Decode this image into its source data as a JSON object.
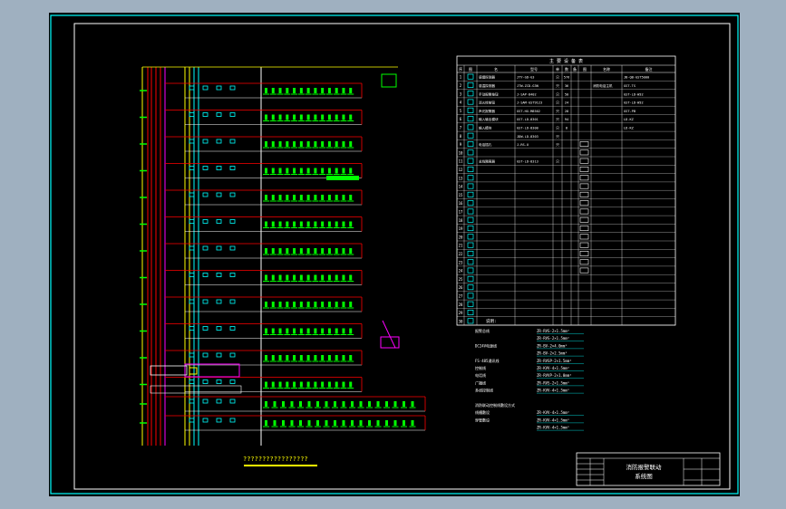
{
  "drawing": {
    "colors": {
      "background": "#000000",
      "frame": "#00ffff",
      "riser_red": "#ff0000",
      "riser_yellow": "#ffff00",
      "riser_magenta": "#ff00ff",
      "device_green": "#00ff00",
      "device_cyan": "#00ffff",
      "text_white": "#ffffff"
    },
    "caption": "?????????????????",
    "table_header": "主 要 设 备 表",
    "table_columns": [
      "序",
      "图",
      "名",
      "型号",
      "单",
      "数",
      "备",
      "图",
      "名称",
      "备注"
    ],
    "table_rows": [
      {
        "n": "1",
        "name": "感烟探测器",
        "model": "JTY-GD-G3",
        "unit": "只",
        "qty": "576",
        "note": "",
        "name2": "",
        "note2": "JB-QB-GST5000"
      },
      {
        "n": "2",
        "name": "感温探测器",
        "model": "JTW-ZCD-G3N",
        "unit": "只",
        "qty": "36",
        "note": "",
        "name2": "消防电话主机",
        "note2": "GST-TS"
      },
      {
        "n": "3",
        "name": "手动报警按钮",
        "model": "J-SAP-8402",
        "unit": "只",
        "qty": "50",
        "note": "",
        "name2": "",
        "note2": "GST-LD-W32"
      },
      {
        "n": "4",
        "name": "消火栓按钮",
        "model": "J-SAM-GST9123",
        "unit": "只",
        "qty": "24",
        "note": "",
        "name2": "",
        "note2": "GST-LD-W32"
      },
      {
        "n": "5",
        "name": "声光报警器",
        "model": "GST-HX-M8502",
        "unit": "只",
        "qty": "28",
        "note": "",
        "name2": "",
        "note2": "GST-PB"
      },
      {
        "n": "6",
        "name": "输入输出模块",
        "model": "GST-LD-8301",
        "unit": "只",
        "qty": "94",
        "note": "",
        "name2": "",
        "note2": "LD-KZ"
      },
      {
        "n": "7",
        "name": "输入模块",
        "model": "GST-LD-8300",
        "unit": "只",
        "qty": "8",
        "note": "",
        "name2": "",
        "note2": "LD-KZ"
      },
      {
        "n": "8",
        "name": "",
        "model": "JDW-LD-8303",
        "unit": "只",
        "qty": "",
        "note": "",
        "name2": "",
        "note2": ""
      },
      {
        "n": "9",
        "name": "电话插孔",
        "model": "J-RS-U",
        "unit": "只",
        "qty": "",
        "note": "",
        "name2": "",
        "note2": ""
      },
      {
        "n": "10",
        "name": "",
        "model": "",
        "unit": "",
        "qty": "",
        "note": "",
        "name2": "",
        "note2": ""
      },
      {
        "n": "11",
        "name": "总线隔离器",
        "model": "GST-LD-8313",
        "unit": "只",
        "qty": "",
        "note": "",
        "name2": "",
        "note2": ""
      },
      {
        "n": "12",
        "name": "",
        "model": "",
        "unit": "",
        "qty": "",
        "note": "",
        "name2": "",
        "note2": ""
      },
      {
        "n": "13",
        "name": "",
        "model": "",
        "unit": "",
        "qty": "",
        "note": "",
        "name2": "",
        "note2": ""
      },
      {
        "n": "14",
        "name": "",
        "model": "",
        "unit": "",
        "qty": "",
        "note": "",
        "name2": "",
        "note2": ""
      },
      {
        "n": "15",
        "name": "",
        "model": "",
        "unit": "",
        "qty": "",
        "note": "",
        "name2": "",
        "note2": ""
      },
      {
        "n": "16",
        "name": "",
        "model": "",
        "unit": "",
        "qty": "",
        "note": "",
        "name2": "",
        "note2": ""
      },
      {
        "n": "17",
        "name": "",
        "model": "",
        "unit": "",
        "qty": "",
        "note": "",
        "name2": "",
        "note2": ""
      },
      {
        "n": "18",
        "name": "",
        "model": "",
        "unit": "",
        "qty": "",
        "note": "",
        "name2": "",
        "note2": ""
      },
      {
        "n": "19",
        "name": "",
        "model": "",
        "unit": "",
        "qty": "",
        "note": "",
        "name2": "",
        "note2": ""
      },
      {
        "n": "20",
        "name": "",
        "model": "",
        "unit": "",
        "qty": "",
        "note": "",
        "name2": "",
        "note2": ""
      },
      {
        "n": "21",
        "name": "",
        "model": "",
        "unit": "",
        "qty": "",
        "note": "",
        "name2": "",
        "note2": ""
      },
      {
        "n": "22",
        "name": "",
        "model": "",
        "unit": "",
        "qty": "",
        "note": "",
        "name2": "",
        "note2": ""
      },
      {
        "n": "23",
        "name": "",
        "model": "",
        "unit": "",
        "qty": "",
        "note": "",
        "name2": "",
        "note2": ""
      },
      {
        "n": "24",
        "name": "",
        "model": "",
        "unit": "",
        "qty": "",
        "note": "",
        "name2": "",
        "note2": ""
      },
      {
        "n": "25",
        "name": "",
        "model": "",
        "unit": "",
        "qty": "",
        "note": "",
        "name2": "",
        "note2": ""
      },
      {
        "n": "26",
        "name": "",
        "model": "",
        "unit": "",
        "qty": "",
        "note": "",
        "name2": "",
        "note2": ""
      },
      {
        "n": "27",
        "name": "",
        "model": "",
        "unit": "",
        "qty": "",
        "note": "",
        "name2": "",
        "note2": ""
      },
      {
        "n": "28",
        "name": "",
        "model": "",
        "unit": "",
        "qty": "",
        "note": "",
        "name2": "",
        "note2": ""
      },
      {
        "n": "29",
        "name": "",
        "model": "",
        "unit": "",
        "qty": "",
        "note": "",
        "name2": "",
        "note2": ""
      },
      {
        "n": "30",
        "name": "",
        "model": "",
        "unit": "",
        "qty": "",
        "note": "",
        "name2": "",
        "note2": ""
      }
    ],
    "notes_title": "说明:",
    "notes": [
      {
        "label": "报警总线",
        "value": "ZR-RVS-2×1.5mm²"
      },
      {
        "label": "",
        "value": "ZR-RVS-2×1.5mm²"
      },
      {
        "label": "DC24V电源线",
        "value": "ZR-BV-2×4.0mm²"
      },
      {
        "label": "",
        "value": "ZR-BV-2×2.5mm²"
      },
      {
        "label": "FS-485通讯线",
        "value": "ZR-RVSP-2×1.5mm²"
      },
      {
        "label": "控制线",
        "value": "ZR-KVV-4×1.5mm²"
      },
      {
        "label": "电话线",
        "value": "ZR-RVVP-2×1.0mm²"
      },
      {
        "label": "广播线",
        "value": "ZR-RVS-2×1.5mm²"
      },
      {
        "label": "多线控制线",
        "value": "ZR-KVV-4×1.5mm²"
      },
      {
        "label": "",
        "value": ""
      },
      {
        "label": "消防联动控制线敷设方式",
        "value": ""
      },
      {
        "label": "线槽敷设",
        "value": "ZR-KVV-4×1.5mm²"
      },
      {
        "label": "穿管敷设",
        "value": "ZR-KVV-4×1.5mm²"
      },
      {
        "label": "",
        "value": "ZR-KVV-4×1.5mm²"
      }
    ],
    "title_block": {
      "title_line1": "消防报警联动",
      "title_line2": "系统图"
    }
  }
}
